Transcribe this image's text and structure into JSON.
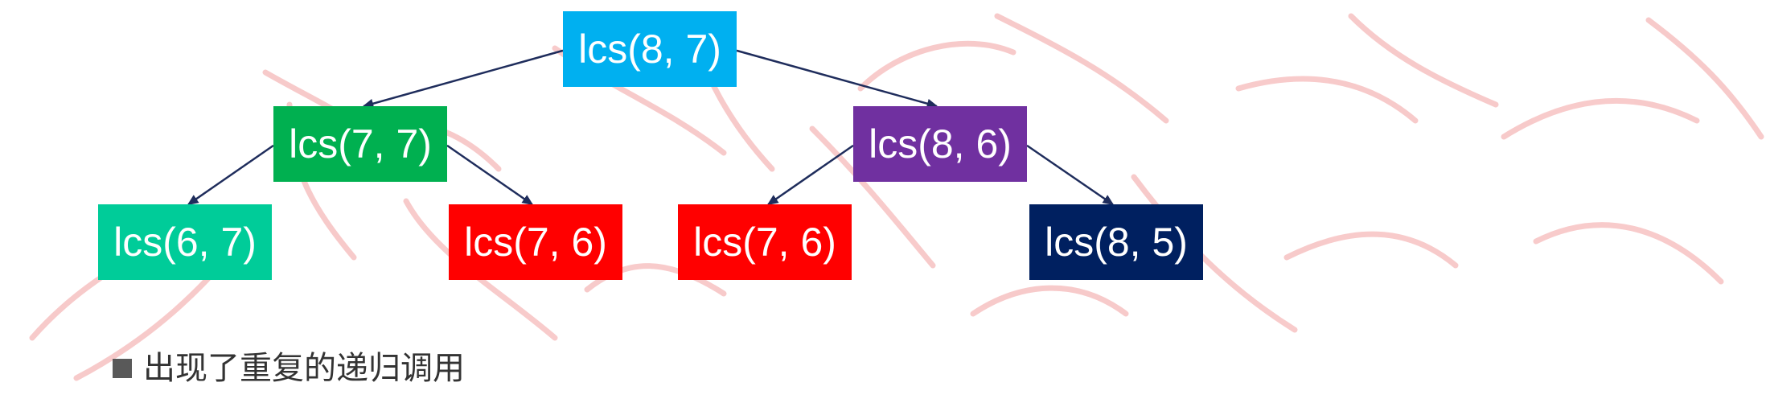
{
  "diagram": {
    "nodes": [
      {
        "id": "root",
        "label": "lcs(8, 7)",
        "color": "#00b0f0"
      },
      {
        "id": "left",
        "label": "lcs(7, 7)",
        "color": "#00b050"
      },
      {
        "id": "right",
        "label": "lcs(8, 6)",
        "color": "#7030a0"
      },
      {
        "id": "leaf1",
        "label": "lcs(6, 7)",
        "color": "#00cc99"
      },
      {
        "id": "leaf2",
        "label": "lcs(7, 6)",
        "color": "#ff0000"
      },
      {
        "id": "leaf3",
        "label": "lcs(7, 6)",
        "color": "#ff0000"
      },
      {
        "id": "leaf4",
        "label": "lcs(8, 5)",
        "color": "#002060"
      }
    ],
    "edges": [
      {
        "from": "root",
        "to": "left"
      },
      {
        "from": "root",
        "to": "right"
      },
      {
        "from": "left",
        "to": "leaf1"
      },
      {
        "from": "left",
        "to": "leaf2"
      },
      {
        "from": "right",
        "to": "leaf3"
      },
      {
        "from": "right",
        "to": "leaf4"
      }
    ],
    "edge_color": "#1f2d5c"
  },
  "note": {
    "text": "出现了重复的递归调用",
    "bullet_icon": "square-bullet-icon"
  },
  "watermark": {
    "color": "#f2a0a0"
  }
}
